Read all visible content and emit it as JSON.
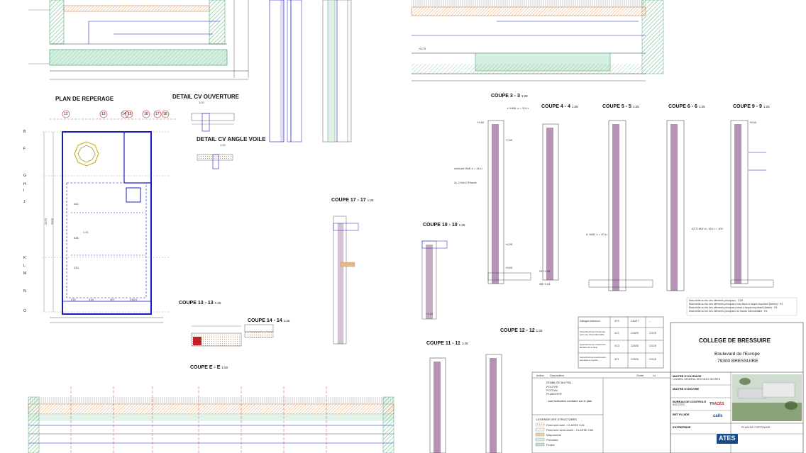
{
  "titles": {
    "plan_reperage": "PLAN DE REPERAGE",
    "detail_cv_ouverture": "DETAIL CV OUVERTURE",
    "detail_cv_angle_voile": "DETAIL CV ANGLE VOILE",
    "detail_scale": "1:20",
    "coupe_3_3": "COUPE  3 - 3",
    "coupe_4_4": "COUPE  4 - 4",
    "coupe_5_5": "COUPE  5 - 5",
    "coupe_6_6": "COUPE  6 - 6",
    "coupe_9_9": "COUPE  9 - 9",
    "coupe_17_17": "COUPE  17 - 17",
    "coupe_10_10": "COUPE  10 - 10",
    "coupe_13_13": "COUPE  13 - 13",
    "coupe_14_14": "COUPE  14 - 14",
    "coupe_11_11": "COUPE  11 - 11",
    "coupe_12_12": "COUPE  12 - 12",
    "coupe_e_e": "COUPE  E - E",
    "scale_125": "1:25",
    "scale_150": "1:50"
  },
  "grid": {
    "top_labels": [
      "12",
      "13",
      "14",
      "15",
      "16",
      "17",
      "18"
    ],
    "left_labels": [
      "B",
      "F",
      "G",
      "H",
      "I",
      "J",
      "K",
      "L",
      "M",
      "N",
      "O"
    ]
  },
  "plan_dims": [
    "230",
    "318",
    "307",
    "298,5",
    "1.21",
    "2500",
    "2575",
    "442",
    "548",
    "230"
  ],
  "levels": [
    "+9,50",
    "+7,69",
    "+4,95",
    "+3,95",
    "SF+3,95",
    "SB+3,93",
    "+6,75",
    "+1,15",
    "+5,50"
  ],
  "annotations": {
    "uhab": "U HAB. e = 20 Lr",
    "ceinture": "ceinture HAE e = 16 Lr",
    "rive": "2x 2 HA12 Filante",
    "att": "ATT HAE e= 16 Lr = 100"
  },
  "legend": {
    "stabilite": "STABILITE AU FEU :",
    "poutre": "POUTRE",
    "poteau": "POTEAU",
    "plancher": "PLANCHER",
    "note": "- sauf indication contraire  sur le plan",
    "legende": "LEGENDE DES STRUCTURES",
    "items": [
      "Parement clair - CLASSE C44",
      "Parement semi-ciselé - CLASSE C60",
      "Maçonnerie",
      "Prédalles",
      "Poutre"
    ]
  },
  "structure_table": {
    "rows": [
      [
        "Dallages intérieurs",
        "XF3",
        "C30/37",
        "--"
      ],
      [
        "Superstructures intérieures sans eau d'humidité faible",
        "XC1",
        "C25/30",
        "CS1/E"
      ],
      [
        "Superstructures extérieures abritées de la pluie",
        "XC3",
        "C25/30",
        "CS1/E"
      ],
      [
        "Superstructures extérieures exposées à la pluie",
        "XF1",
        "C25/30",
        "CS1/E"
      ]
    ]
  },
  "notes_right": [
    "Etanchéité au feu des éléments principaux : 1/2H",
    "Etanchéité au feu des éléments principaux hors blocs à risque important (Atelier) : R1",
    "Etanchéité au feu des éléments principaux blocs à risque important (Atelier) : R1",
    "Etanchéité au feu des éléments principaux du niveau intermédiaire : R1"
  ],
  "title_block": {
    "project": "COLLEGE DE BRESSUIRE",
    "address1": "Boulevard de l'Europe",
    "address2": "79300  BRESSUIRE",
    "maitre_ouvrage_label": "MAITRE D'OUVRAGE",
    "maitre_ouvrage": "CONSEIL GENERAL DES DEUX-SEVRES",
    "maitre_oeuvre_label": "MAITRE D'OEUVRE",
    "bureau_controle_label": "BUREAU DE CONTROLE",
    "bureau_controle": "SOCOTEC",
    "bet_fluide_label": "BET FLUIDE",
    "entreprise_label": "ENTREPRISE",
    "entreprise_logo": "ATES",
    "plan_title": "PLAN DE COFFRAGE",
    "indice_label": "Indice",
    "description_label": "Description",
    "ordre_label": "Ordre",
    "date_label": "Le"
  },
  "logos": {
    "trace": "TRACÉS",
    "caillis": "cails"
  },
  "colors": {
    "line_blue": "#1b1bc8",
    "line_purple": "#5a1058",
    "hatch_green": "#2f9a5a",
    "hatch_orange": "#e08a3a",
    "accent_red": "#c21f2a",
    "logo_blue": "#1a4a8a"
  }
}
